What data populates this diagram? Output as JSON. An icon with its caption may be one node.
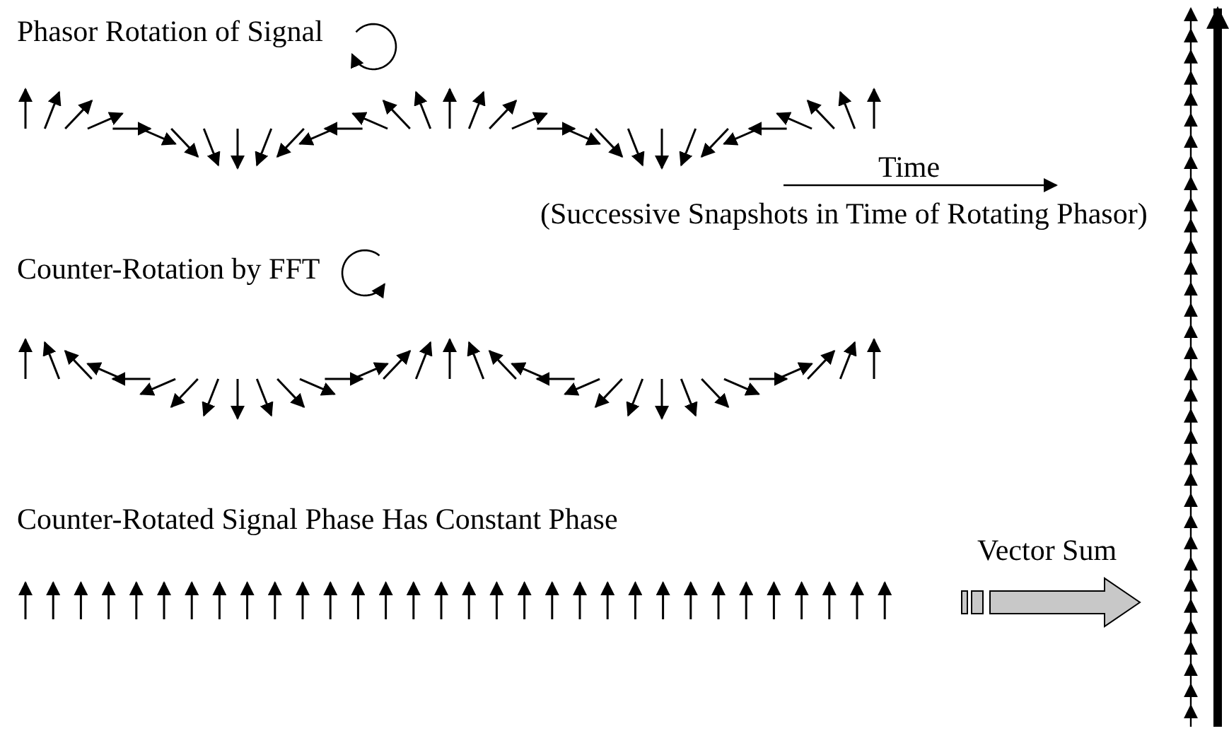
{
  "diagram": {
    "labels": [
      "Phasor Rotation of Signal",
      "Time",
      "(Successive Snapshots in Time of Rotating Phasor)",
      "Counter-Rotation by FFT",
      "Counter-Rotated Signal Phase Has Constant Phase",
      "Vector Sum"
    ]
  }
}
